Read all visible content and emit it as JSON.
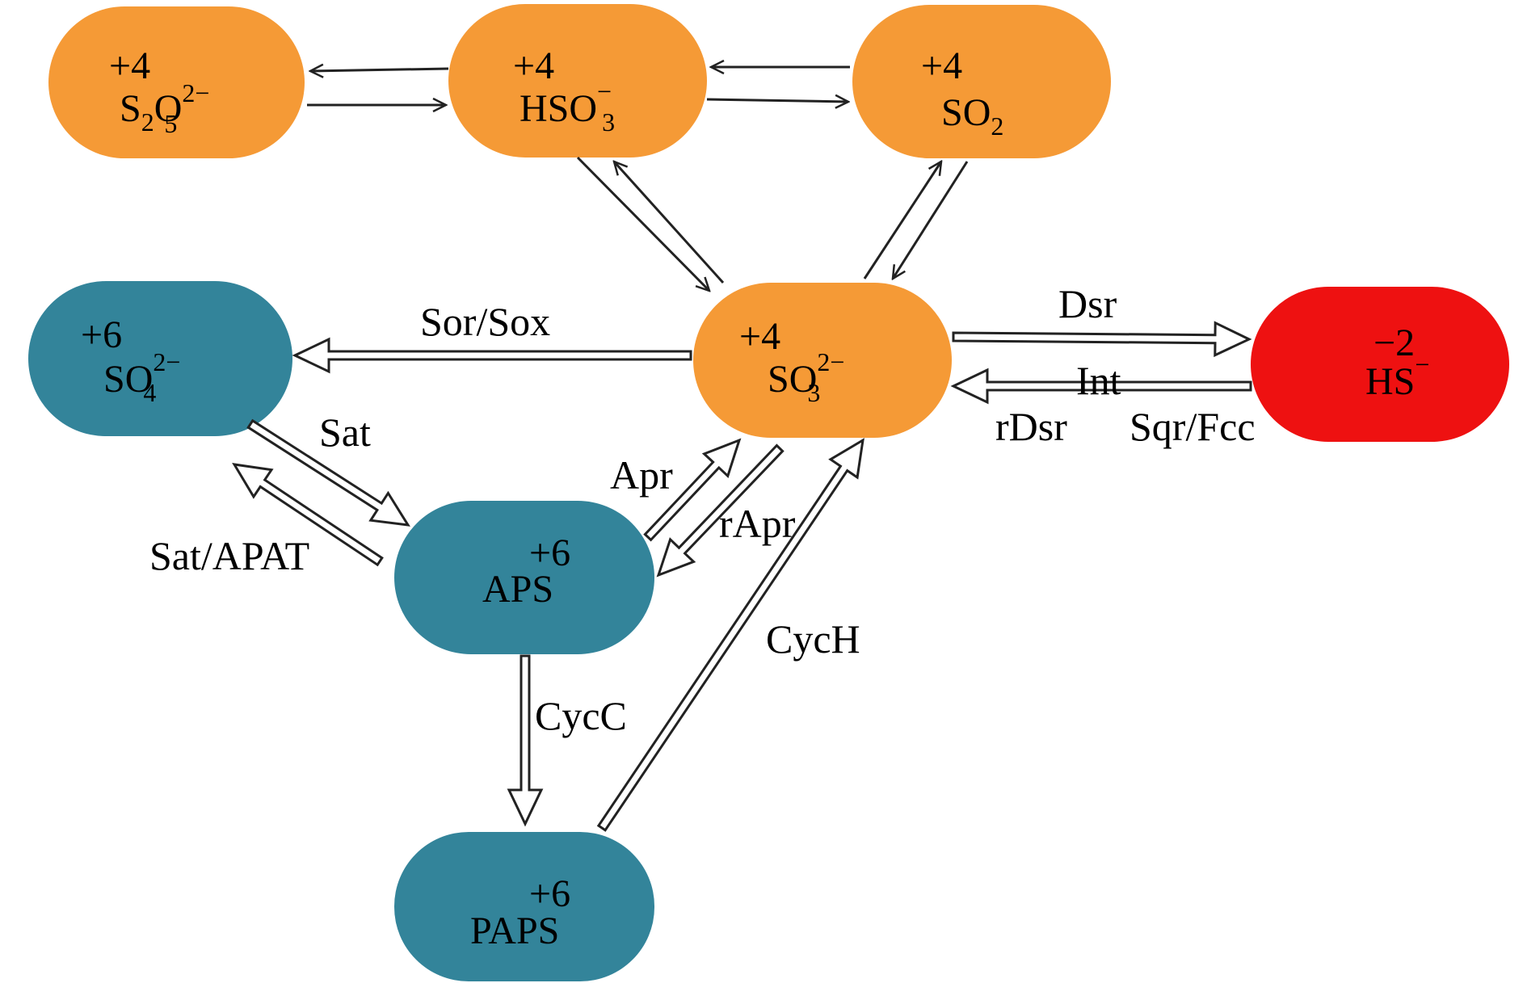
{
  "colors": {
    "sulfite_group": "#f59a36",
    "sulfate_group": "#33849a",
    "sulfide": "#ee1111",
    "arrow_stroke": "#222222"
  },
  "nodes": {
    "s2o5": {
      "oxidation": "+4",
      "species": "S",
      "sub1": "2",
      "mid": "O",
      "sub2": "5",
      "sup": "2−"
    },
    "hso3": {
      "oxidation": "+4",
      "species": "HSO",
      "sub": "3",
      "sup": "−"
    },
    "so2": {
      "oxidation": "+4",
      "species": "SO",
      "sub": "2"
    },
    "so4": {
      "oxidation": "+6",
      "species": "SO",
      "sub": "4",
      "sup": "2−"
    },
    "so3": {
      "oxidation": "+4",
      "species": "SO",
      "sub": "3",
      "sup": "2−"
    },
    "hs": {
      "oxidation": "−2",
      "species": "HS",
      "sup": "−"
    },
    "aps": {
      "oxidation": "+6",
      "species": "APS"
    },
    "paps": {
      "oxidation": "+6",
      "species": "PAPS"
    }
  },
  "edges": {
    "sor_sox": "Sor/Sox",
    "dsr": "Dsr",
    "int": "Int",
    "rdsr": "rDsr",
    "sqr_fcc": "Sqr/Fcc",
    "sat": "Sat",
    "sat_apat": "Sat/APAT",
    "apr": "Apr",
    "rapr": "rApr",
    "cych": "CycH",
    "cycc": "CycC"
  }
}
